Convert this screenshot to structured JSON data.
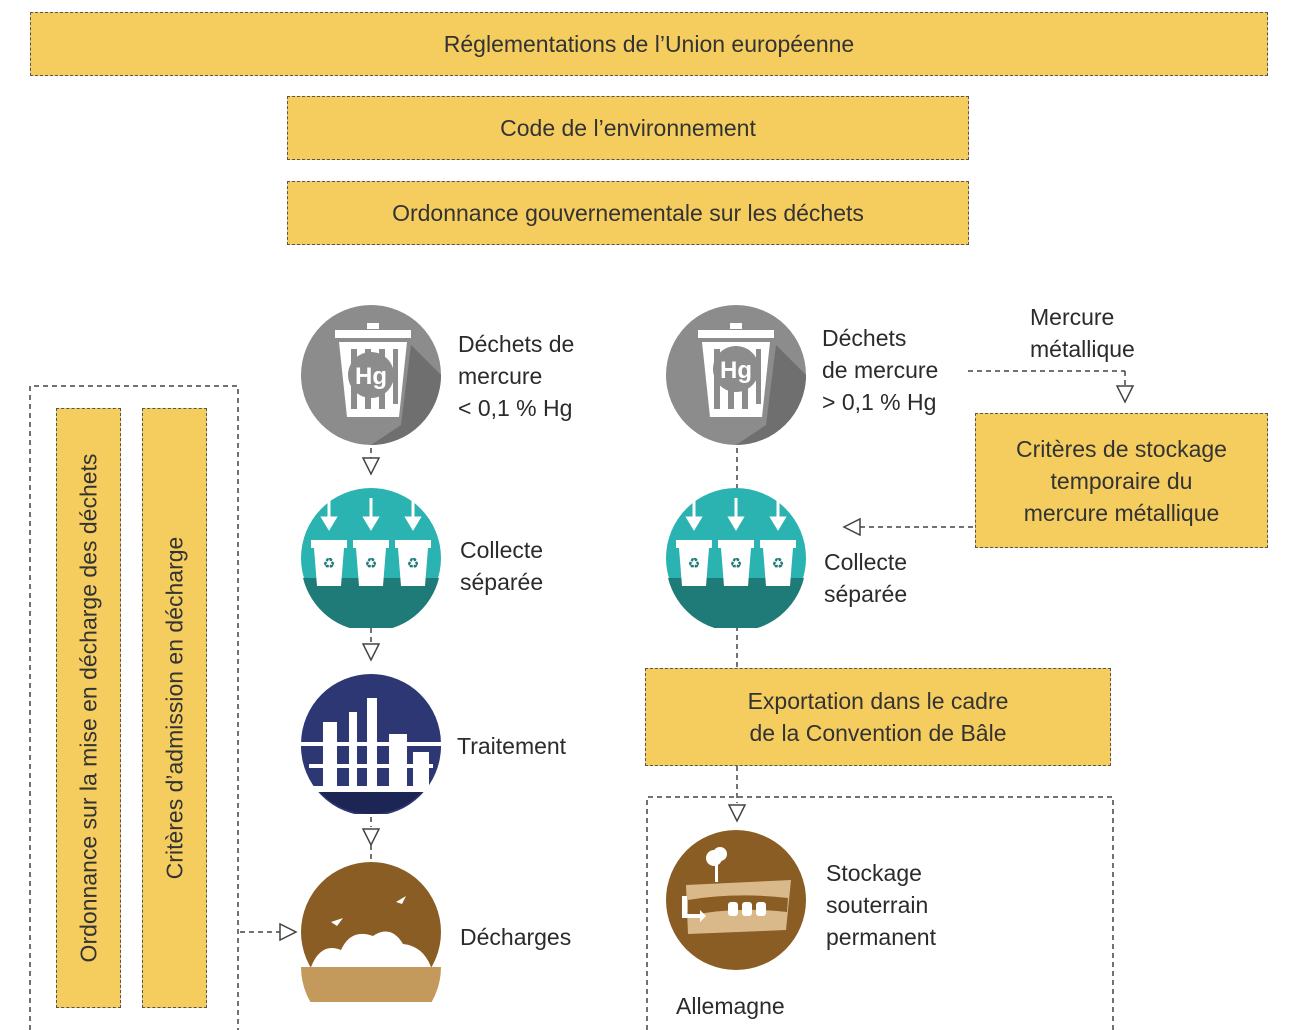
{
  "top_boxes": {
    "eu": "Réglementations de l’Union européenne",
    "env_code": "Code de l’environnement",
    "waste_ordinance": "Ordonnance gouvernementale sur les déchets"
  },
  "side_boxes": {
    "landfill_ordinance": "Ordonnance sur la mise en décharge des déchets",
    "admission_criteria": "Critères d’admission en décharge"
  },
  "left_flow": {
    "waste_label": "Déchets de\nmercure\n< 0,1 % Hg",
    "collection_label": "Collecte\nséparée",
    "treatment_label": "Traitement",
    "landfill_label": "Décharges"
  },
  "right_flow": {
    "waste_label": "Déchets\nde mercure\n> 0,1 % Hg",
    "metallic_label": "Mercure\nmétallique",
    "storage_criteria": "Critères de stockage\ntemporaire du\nmercure métallique",
    "collection_label": "Collecte\nséparée",
    "export_box": "Exportation dans le cadre\nde la Convention de Bâle",
    "underground_label": "Stockage\nsouterrain\npermanent",
    "country_label": "Allemagne"
  },
  "icons": {
    "hg_symbol": "Hg",
    "recycle_glyph": "♻"
  },
  "colors": {
    "box_yellow": "#f5cd5f",
    "trash_grey": "#8c8c8c",
    "collection_teal": "#2ab3b1",
    "treatment_navy": "#2c3773",
    "landfill_brown": "#8a5d24"
  }
}
